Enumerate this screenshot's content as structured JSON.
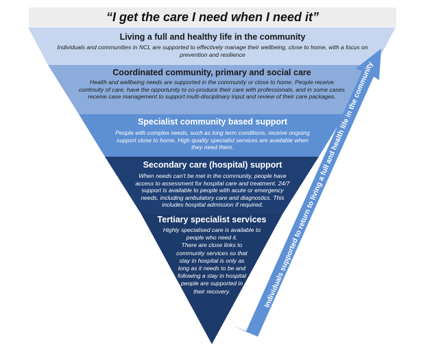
{
  "banner": {
    "quote": "“I get the care I need when I need it”"
  },
  "tiers": [
    {
      "title": "Living a full and healthy life in the community",
      "description": "Individuals  and communities in NCL are supported to effectively manage their wellbeing, close to home, with a focus on prevention  and resilience",
      "color": "#c5d6ee"
    },
    {
      "title": "Coordinated community, primary and social care",
      "description": "Health and wellbeing needs are supported in the community or close to home. People receive continuity of care, have the opportunity  to co-produce their care with professionals, and in some cases receive case management to support multi-disciplinary  input and review of their care packages.",
      "color": "#8cacdc"
    },
    {
      "title": "Specialist community based support",
      "description": "People with  complex needs, such as long term conditions, receive ongoing support close to home. High quality specialist  services are available  when they need them.",
      "color": "#5d8fd3"
    },
    {
      "title": "Secondary care (hospital) support",
      "description": "When needs can't be met in the community, people have access to assessment for hospital care and treatment.  24/7 support is available to people with acute or emergency needs, including ambulatory care and diagnostics.  This includes hospital admission if required.",
      "color": "#1f3f73"
    },
    {
      "title": "Tertiary specialist services",
      "description_lines": [
        "Highly specialised care is available to",
        "people who need it.",
        "There are close links to",
        "community services so that",
        "stay in hospital is only as",
        "long as it needs to be and",
        "following  a stay in hospital",
        "people are supported in",
        "their recovery."
      ],
      "color": "#1c3a6a"
    }
  ],
  "arrow": {
    "label": "Individuals supported to return to living a full and health life in the community",
    "color": "#5f91d6"
  }
}
